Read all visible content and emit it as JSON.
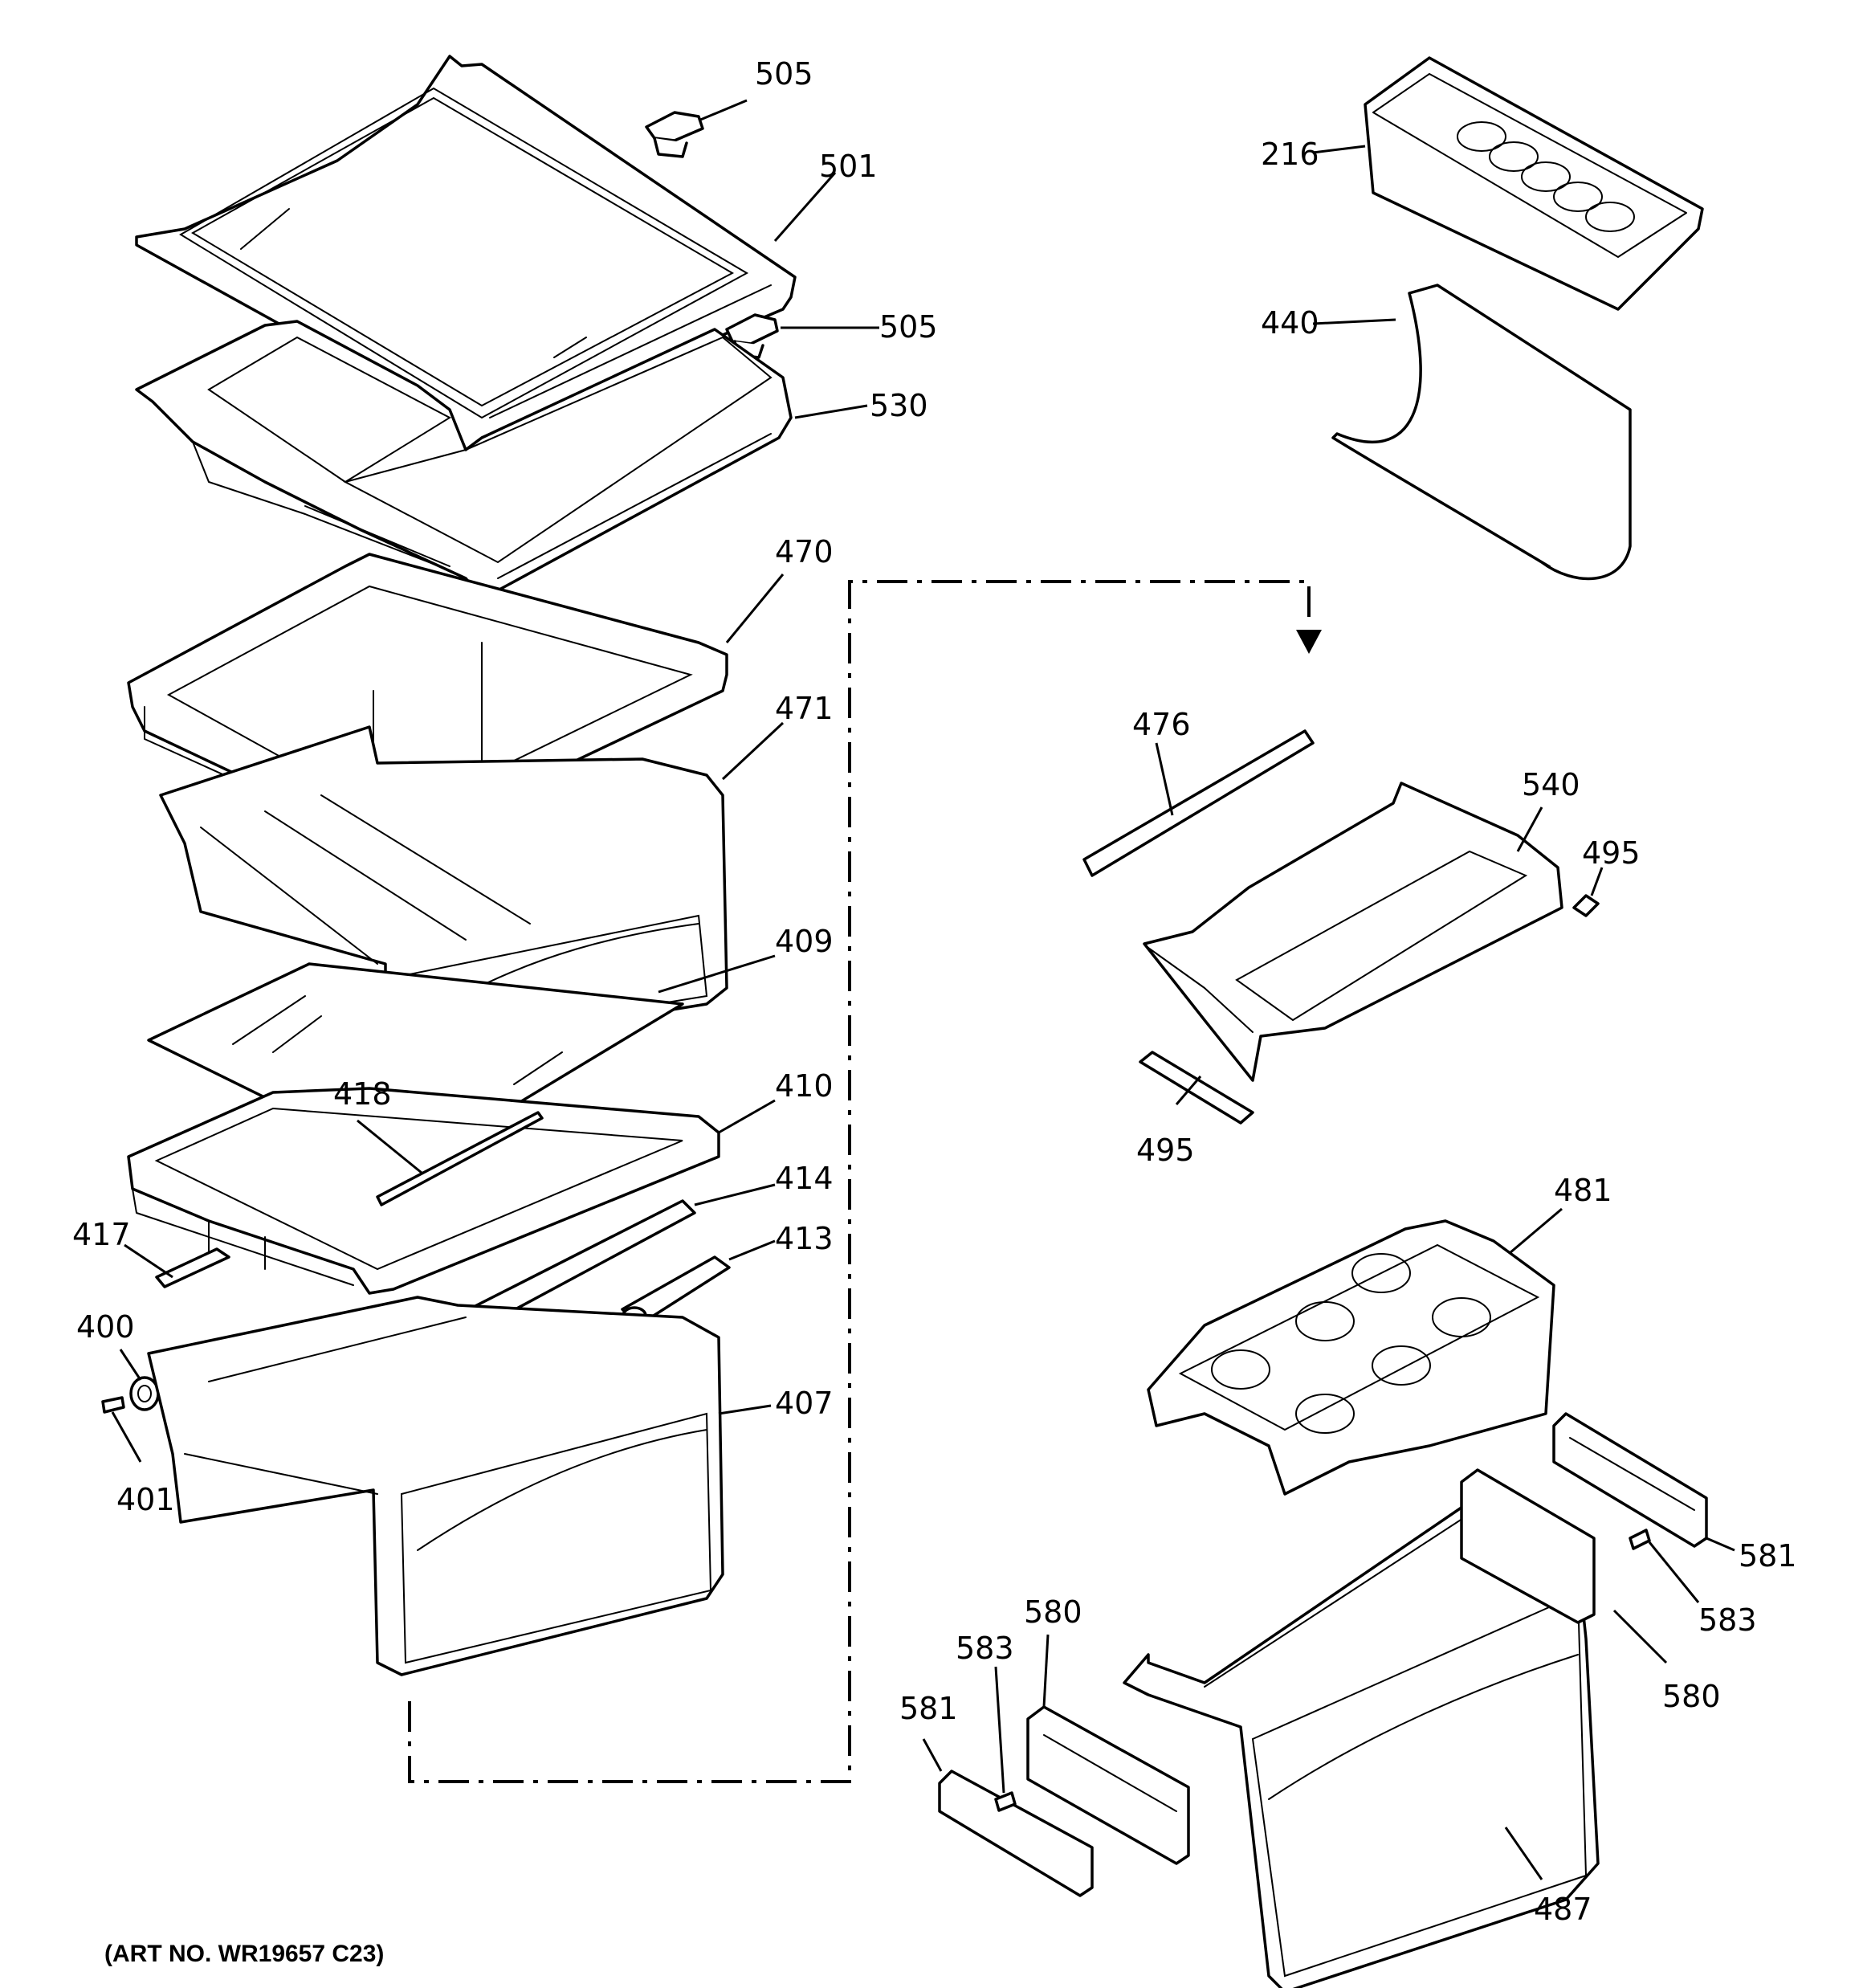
{
  "diagram": {
    "art_number": "(ART NO. WR19657 C23)",
    "callouts": [
      {
        "id": "c505a",
        "label": "505"
      },
      {
        "id": "c501",
        "label": "501"
      },
      {
        "id": "c505b",
        "label": "505"
      },
      {
        "id": "c530",
        "label": "530"
      },
      {
        "id": "c216",
        "label": "216"
      },
      {
        "id": "c440",
        "label": "440"
      },
      {
        "id": "c470",
        "label": "470"
      },
      {
        "id": "c471",
        "label": "471"
      },
      {
        "id": "c409",
        "label": "409"
      },
      {
        "id": "c418",
        "label": "418"
      },
      {
        "id": "c410",
        "label": "410"
      },
      {
        "id": "c414",
        "label": "414"
      },
      {
        "id": "c413",
        "label": "413"
      },
      {
        "id": "c417",
        "label": "417"
      },
      {
        "id": "c400",
        "label": "400"
      },
      {
        "id": "c401",
        "label": "401"
      },
      {
        "id": "c407",
        "label": "407"
      },
      {
        "id": "c476",
        "label": "476"
      },
      {
        "id": "c540",
        "label": "540"
      },
      {
        "id": "c495a",
        "label": "495"
      },
      {
        "id": "c495b",
        "label": "495"
      },
      {
        "id": "c481",
        "label": "481"
      },
      {
        "id": "c581a",
        "label": "581"
      },
      {
        "id": "c583a",
        "label": "583"
      },
      {
        "id": "c580a",
        "label": "580"
      },
      {
        "id": "c580b",
        "label": "580"
      },
      {
        "id": "c583b",
        "label": "583"
      },
      {
        "id": "c581b",
        "label": "581"
      },
      {
        "id": "c487",
        "label": "487"
      }
    ]
  }
}
